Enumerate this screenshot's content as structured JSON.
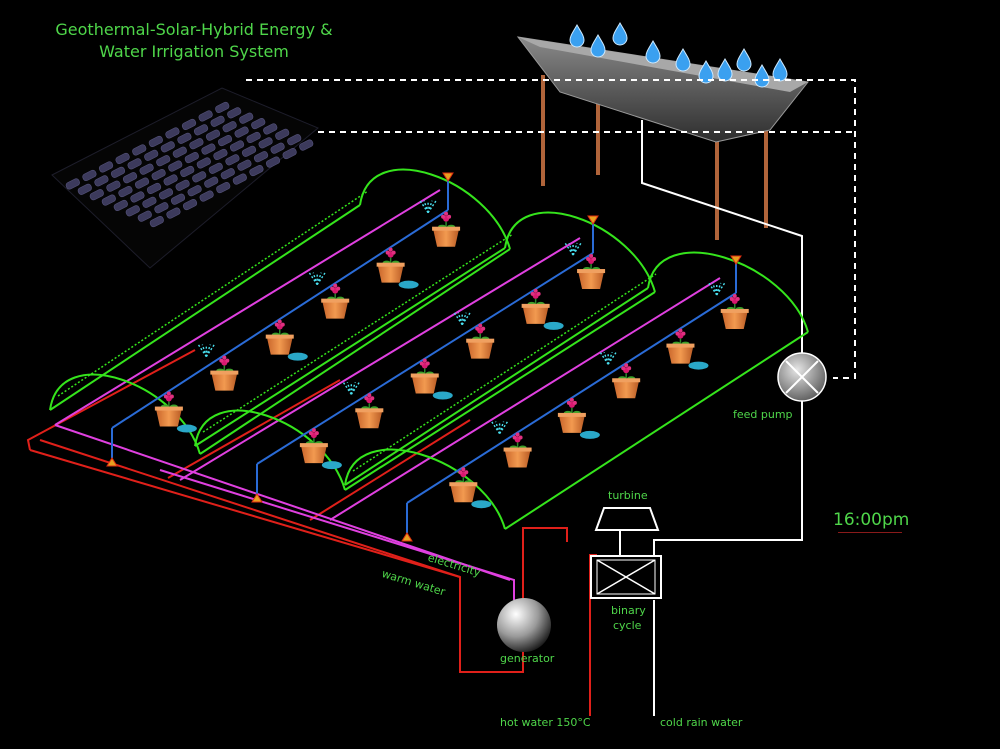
{
  "title": {
    "line1": "Geothermal-Solar-Hybrid Energy &",
    "line2": "Water Irrigation System"
  },
  "labels": {
    "turbine": "turbine",
    "binary_cycle_1": "binary",
    "binary_cycle_2": "cycle",
    "feed_pump": "feed pump",
    "generator": "generator",
    "electricity": "electricity",
    "warm_water": "warm water",
    "hot_water": "hot water 150°C",
    "cold_rain_water": "cold rain water"
  },
  "clock": "16:00pm",
  "colors": {
    "background": "#000000",
    "label_green": "#4fd64a",
    "greenhouse_green": "#35e41c",
    "hot_pipe_red": "#e0201a",
    "electricity_magenta": "#e040e0",
    "water_pipe_blue": "#2a6bd6",
    "cold_pipe_white": "#ffffff",
    "solar_panel": "#3c3a5c",
    "pot_orange": "#e8843a",
    "flower_pink": "#d81870",
    "water_drop_blue": "#3aa0f0",
    "tank_grey": "#6a6a6a"
  },
  "icons": [
    "solar-panel-icon",
    "water-tank-icon",
    "greenhouse-icon",
    "flower-pot-icon",
    "sprinkler-icon",
    "feed-pump-icon",
    "turbine-icon",
    "heat-exchanger-icon",
    "generator-icon"
  ]
}
